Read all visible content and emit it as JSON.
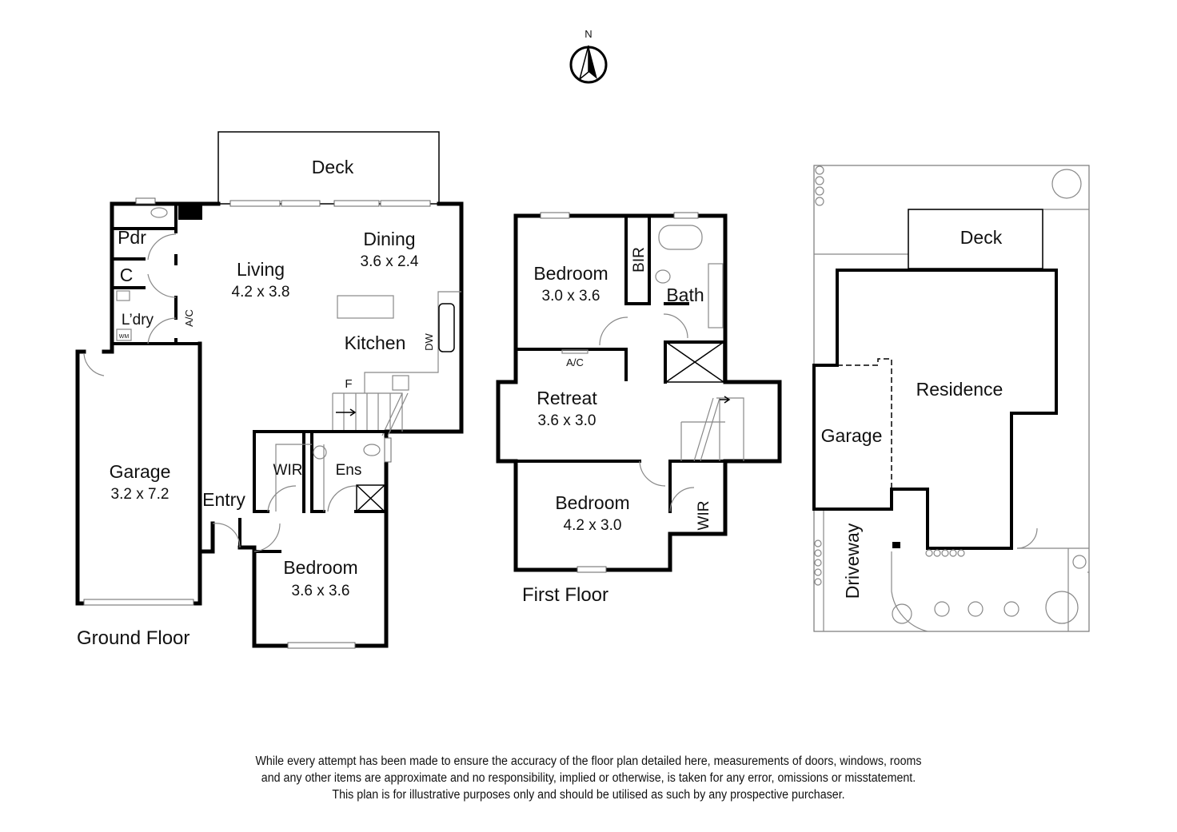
{
  "compass": {
    "label": "N",
    "icon": "north-arrow-icon"
  },
  "ground_floor": {
    "title": "Ground Floor",
    "rooms": {
      "deck": {
        "name": "Deck"
      },
      "pdr": {
        "name": "Pdr"
      },
      "cupboard": {
        "name": "C"
      },
      "laundry": {
        "name": "L’dry",
        "appliance": "WM"
      },
      "ac": "A/C",
      "living": {
        "name": "Living",
        "dims": "4.2 x 3.8"
      },
      "dining": {
        "name": "Dining",
        "dims": "3.6 x 2.4"
      },
      "kitchen": {
        "name": "Kitchen",
        "dw": "DW",
        "fridge": "F"
      },
      "garage": {
        "name": "Garage",
        "dims": "3.2 x 7.2"
      },
      "entry": {
        "name": "Entry"
      },
      "wir": {
        "name": "WIR"
      },
      "ensuite": {
        "name": "Ens"
      },
      "bedroom": {
        "name": "Bedroom",
        "dims": "3.6 x 3.6"
      }
    }
  },
  "first_floor": {
    "title": "First Floor",
    "rooms": {
      "bedroom1": {
        "name": "Bedroom",
        "dims": "3.0 x 3.6"
      },
      "bir": "BIR",
      "bath": {
        "name": "Bath"
      },
      "ac": "A/C",
      "retreat": {
        "name": "Retreat",
        "dims": "3.6 x 3.0"
      },
      "bedroom2": {
        "name": "Bedroom",
        "dims": "4.2 x 3.0"
      },
      "wir": "WIR"
    }
  },
  "site_plan": {
    "deck": "Deck",
    "residence": "Residence",
    "garage": "Garage",
    "driveway": "Driveway"
  },
  "disclaimer": [
    "While every attempt has been made to ensure the accuracy of the floor plan detailed here, measurements of doors, windows, rooms",
    "and any other items are approximate and no responsibility, implied or otherwise, is taken for any error, omissions or misstatement.",
    "This plan is for illustrative purposes only and should be utilised as such by any prospective purchaser."
  ]
}
